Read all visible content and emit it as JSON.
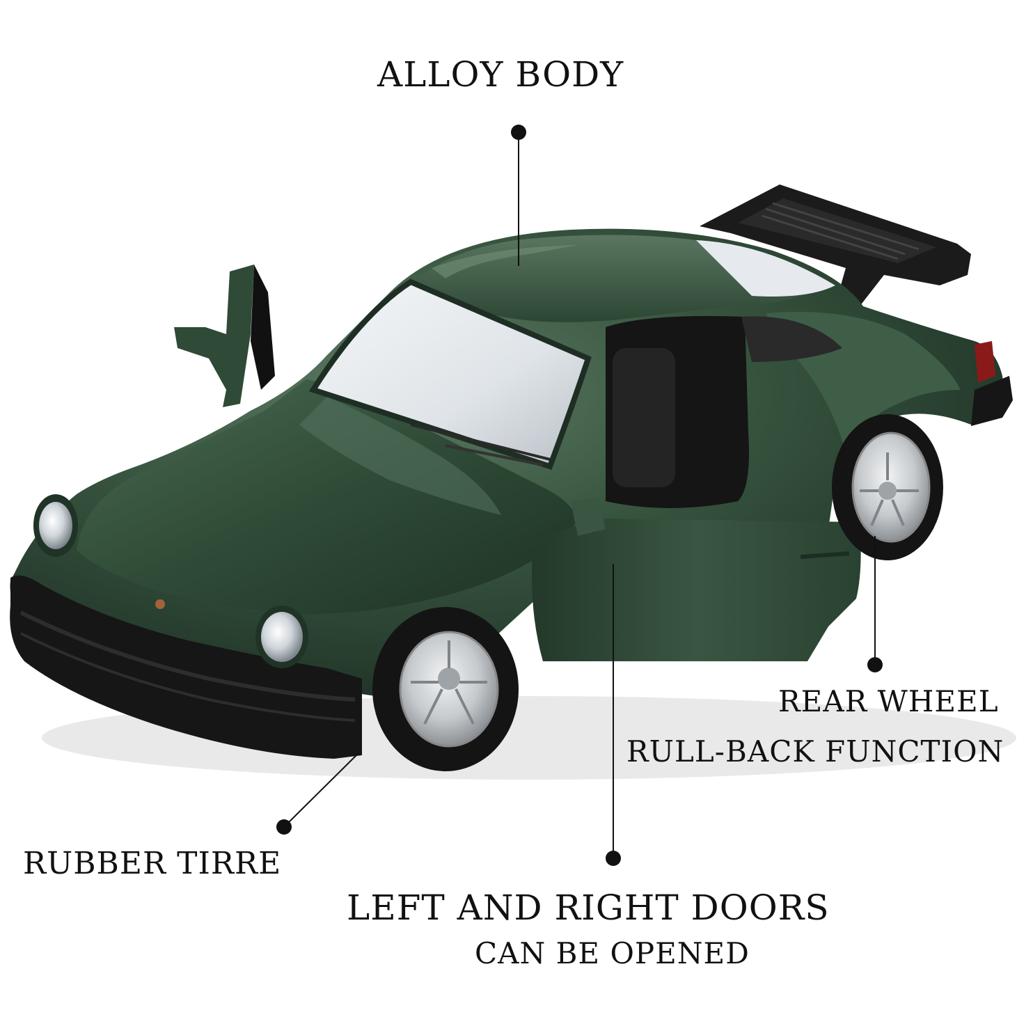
{
  "callouts": {
    "alloy_body": "ALLOY BODY",
    "rear_wheel_line1": "REAR WHEEL",
    "rear_wheel_line2": "RULL-BACK FUNCTION",
    "rubber_tire": "RUBBER TIRRE",
    "doors_line1": "LEFT AND RIGHT DOORS",
    "doors_line2": "CAN BE OPENED"
  },
  "colors": {
    "body_green": "#2f4a36",
    "body_highlight": "#4e6b55",
    "body_shadow": "#1c2e22",
    "trim_black": "#1a1a1a",
    "rim_silver": "#c9cdd0",
    "callout_ink": "#111111"
  },
  "image_subject": "green diecast toy sports car"
}
